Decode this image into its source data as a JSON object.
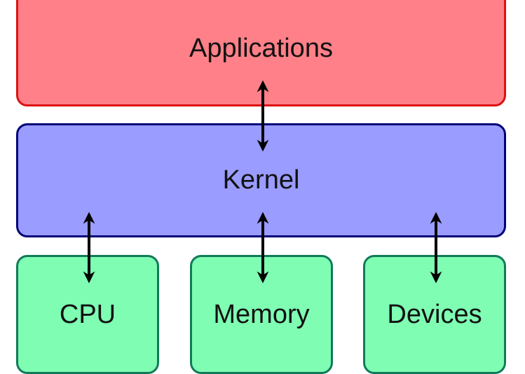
{
  "diagram": {
    "title": "Operating system layers",
    "layers": {
      "applications": {
        "label": "Applications",
        "fill": "#ff8088",
        "stroke": "#dd1111"
      },
      "kernel": {
        "label": "Kernel",
        "fill": "#9a9cff",
        "stroke": "#000077"
      },
      "hardware": [
        {
          "label": "CPU",
          "fill": "#7ffdb3",
          "stroke": "#117a5a"
        },
        {
          "label": "Memory",
          "fill": "#7ffdb3",
          "stroke": "#117a5a"
        },
        {
          "label": "Devices",
          "fill": "#7ffdb3",
          "stroke": "#117a5a"
        }
      ]
    },
    "connections": [
      {
        "from": "Applications",
        "to": "Kernel",
        "type": "bidirectional"
      },
      {
        "from": "Kernel",
        "to": "CPU",
        "type": "bidirectional"
      },
      {
        "from": "Kernel",
        "to": "Memory",
        "type": "bidirectional"
      },
      {
        "from": "Kernel",
        "to": "Devices",
        "type": "bidirectional"
      }
    ]
  }
}
